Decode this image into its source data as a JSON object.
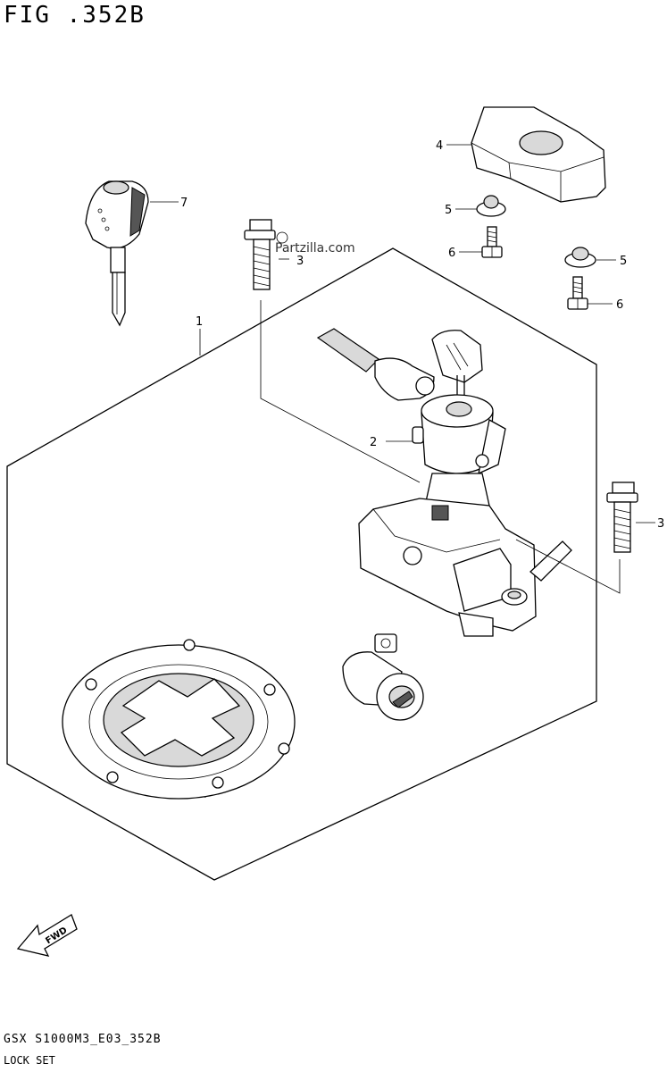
{
  "figure": {
    "title": "FIG .352B",
    "watermark": "Partzilla.com",
    "reference_code": "GSX S1000M3_E03_352B",
    "caption": "LOCK SET",
    "direction_label": "FWD"
  },
  "callouts": [
    {
      "id": "1",
      "label": "1"
    },
    {
      "id": "2",
      "label": "2"
    },
    {
      "id": "3a",
      "label": "3"
    },
    {
      "id": "3b",
      "label": "3"
    },
    {
      "id": "4",
      "label": "4"
    },
    {
      "id": "5a",
      "label": "5"
    },
    {
      "id": "5b",
      "label": "5"
    },
    {
      "id": "6a",
      "label": "6"
    },
    {
      "id": "6b",
      "label": "6"
    },
    {
      "id": "7",
      "label": "7"
    }
  ],
  "parts": [
    {
      "callout": "1",
      "icon": "lock-set-assembly-boundary"
    },
    {
      "callout": "2",
      "icon": "steering-lock-switch-icon"
    },
    {
      "callout": "3",
      "icon": "bolt-icon"
    },
    {
      "callout": "4",
      "icon": "switch-cover-icon"
    },
    {
      "callout": "5",
      "icon": "washer-icon"
    },
    {
      "callout": "6",
      "icon": "screw-icon"
    },
    {
      "callout": "7",
      "icon": "key-icon"
    }
  ]
}
